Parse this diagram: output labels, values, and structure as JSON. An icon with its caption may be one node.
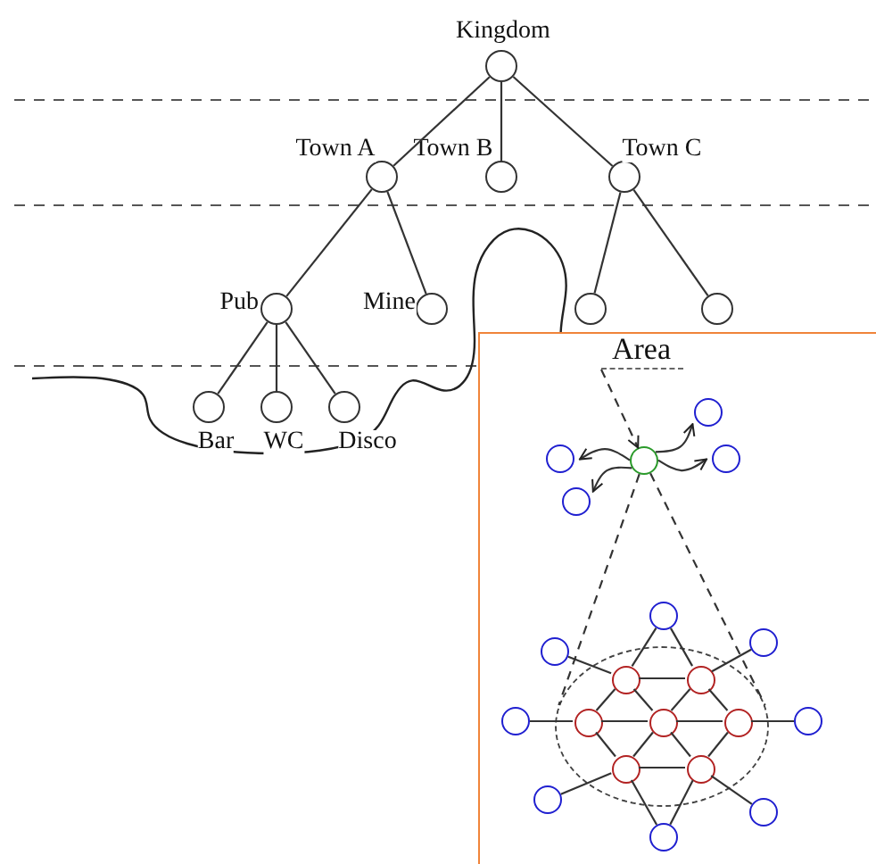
{
  "diagram": {
    "nodes": [
      {
        "text": [
          "Kingdom"
        ]
      },
      {
        "text": [
          "Town A"
        ]
      },
      {
        "text": [
          "Town B"
        ]
      },
      {
        "text": [
          "Town C"
        ]
      },
      {
        "text": [
          "Pub"
        ]
      },
      {
        "text": [
          "Mine"
        ]
      },
      {
        "text": [],
        "shape": "circle"
      },
      {
        "text": [],
        "shape": "circle"
      },
      {
        "text": [
          "Bar"
        ]
      },
      {
        "text": [
          "WC"
        ]
      },
      {
        "text": [
          "Disco"
        ]
      },
      {
        "text": [],
        "shape": "box"
      },
      {
        "text": [
          "Area"
        ],
        "in": 11
      },
      {
        "text": [],
        "shape": "circle",
        "in": 11
      },
      {
        "text": [],
        "shape": "circle",
        "in": 11
      },
      {
        "text": [],
        "shape": "circle",
        "in": 11
      },
      {
        "text": [],
        "shape": "circle",
        "in": 11
      },
      {
        "text": [],
        "shape": "circle",
        "in": 11
      },
      {
        "text": [],
        "shape": "ellipse",
        "in": 11
      },
      {
        "text": [],
        "shape": "circle",
        "in": 11
      },
      {
        "text": [],
        "shape": "circle",
        "in": 11
      },
      {
        "text": [],
        "shape": "circle",
        "in": 11
      },
      {
        "text": [],
        "shape": "circle",
        "in": 18
      },
      {
        "text": [],
        "shape": "circle",
        "in": 18
      },
      {
        "text": [],
        "shape": "circle",
        "in": 11
      },
      {
        "text": [],
        "shape": "circle",
        "in": 18
      },
      {
        "text": [],
        "shape": "circle",
        "in": 18
      },
      {
        "text": [],
        "shape": "circle",
        "in": 18
      },
      {
        "text": [],
        "shape": "circle",
        "in": 11
      },
      {
        "text": [],
        "shape": "circle",
        "in": 18
      },
      {
        "text": [],
        "shape": "circle",
        "in": 18
      },
      {
        "text": [],
        "shape": "circle",
        "in": 11
      },
      {
        "text": [],
        "shape": "circle",
        "in": 11
      },
      {
        "text": [],
        "shape": "circle",
        "in": 11
      }
    ],
    "edges": [
      {
        "from": 0,
        "to": 1,
        "arrow": "none"
      },
      {
        "from": 0,
        "to": 2,
        "arrow": "none"
      },
      {
        "from": 0,
        "to": 3,
        "arrow": "none"
      },
      {
        "from": 1,
        "to": 4,
        "arrow": "none"
      },
      {
        "from": 1,
        "to": 5,
        "arrow": "none"
      },
      {
        "from": 3,
        "to": 6,
        "arrow": "none"
      },
      {
        "from": 3,
        "to": 7,
        "arrow": "none"
      },
      {
        "from": 4,
        "to": 8,
        "arrow": "none"
      },
      {
        "from": 4,
        "to": 9,
        "arrow": "none"
      },
      {
        "from": 4,
        "to": 10,
        "arrow": "none"
      },
      {
        "from": 12,
        "to": 13,
        "arrow": "to",
        "style": "dashed"
      },
      {
        "from": 13,
        "to": 14,
        "arrow": "to"
      },
      {
        "from": 13,
        "to": 15,
        "arrow": "to"
      },
      {
        "from": 13,
        "to": 16,
        "arrow": "to"
      },
      {
        "from": 13,
        "to": 17,
        "arrow": "to"
      },
      {
        "from": 13,
        "to": 18,
        "arrow": "none",
        "style": "dashed"
      },
      {
        "from": 13,
        "to": 18,
        "arrow": "none",
        "style": "dashed"
      },
      {
        "from": 19,
        "to": 22,
        "arrow": "none"
      },
      {
        "from": 19,
        "to": 23,
        "arrow": "none"
      },
      {
        "from": 20,
        "to": 22,
        "arrow": "none"
      },
      {
        "from": 21,
        "to": 23,
        "arrow": "none"
      },
      {
        "from": 22,
        "to": 23,
        "arrow": "none"
      },
      {
        "from": 22,
        "to": 25,
        "arrow": "none"
      },
      {
        "from": 22,
        "to": 26,
        "arrow": "none"
      },
      {
        "from": 23,
        "to": 26,
        "arrow": "none"
      },
      {
        "from": 23,
        "to": 27,
        "arrow": "none"
      },
      {
        "from": 24,
        "to": 25,
        "arrow": "none"
      },
      {
        "from": 25,
        "to": 26,
        "arrow": "none"
      },
      {
        "from": 26,
        "to": 27,
        "arrow": "none"
      },
      {
        "from": 27,
        "to": 28,
        "arrow": "none"
      },
      {
        "from": 25,
        "to": 29,
        "arrow": "none"
      },
      {
        "from": 26,
        "to": 29,
        "arrow": "none"
      },
      {
        "from": 26,
        "to": 30,
        "arrow": "none"
      },
      {
        "from": 27,
        "to": 30,
        "arrow": "none"
      },
      {
        "from": 29,
        "to": 30,
        "arrow": "none"
      },
      {
        "from": 31,
        "to": 29,
        "arrow": "none"
      },
      {
        "from": 32,
        "to": 30,
        "arrow": "none"
      },
      {
        "from": 33,
        "to": 29,
        "arrow": "none"
      },
      {
        "from": 33,
        "to": 30,
        "arrow": "none"
      }
    ]
  }
}
